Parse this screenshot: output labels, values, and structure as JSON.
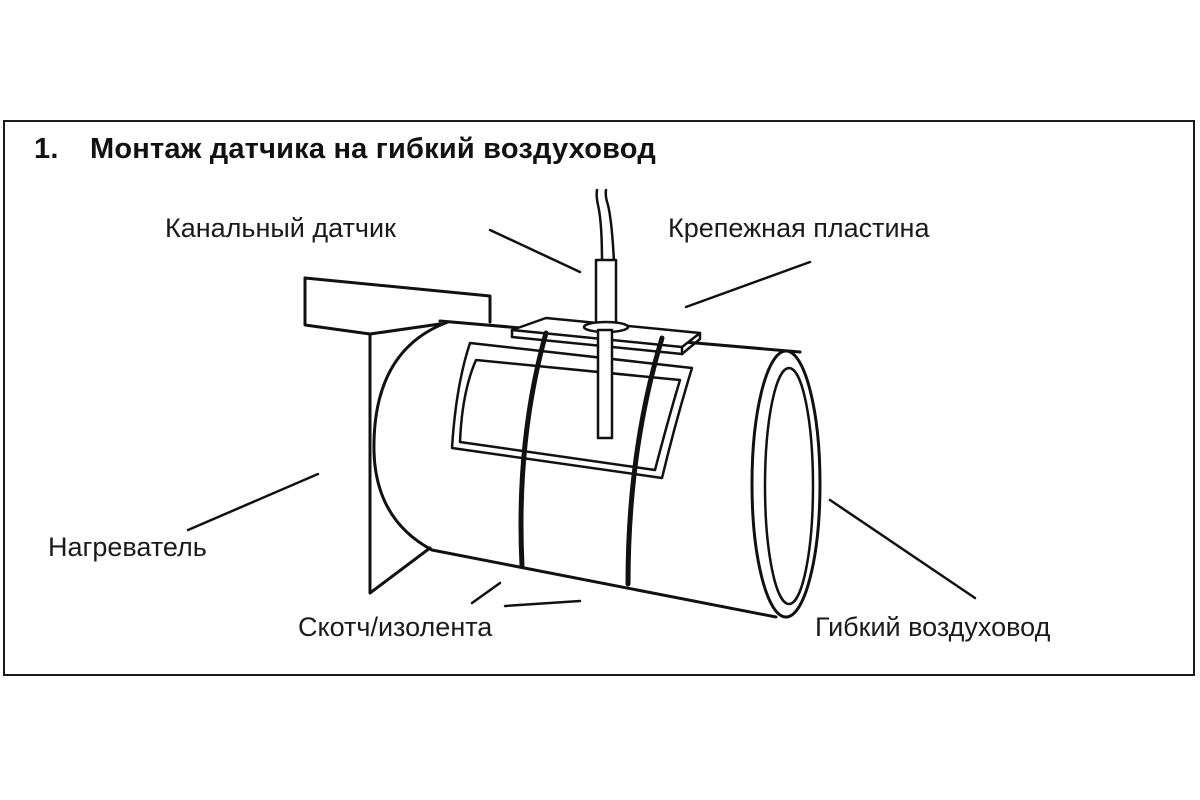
{
  "title": {
    "number": "1.",
    "text": "Монтаж датчика на гибкий воздуховод"
  },
  "labels": {
    "duct_sensor": "Канальный датчик",
    "mounting_plate": "Крепежная пластина",
    "heater": "Нагреватель",
    "tape": "Скотч/изолента",
    "flexible_duct": "Гибкий воздуховод"
  },
  "colors": {
    "line": "#111111",
    "background": "#ffffff"
  }
}
